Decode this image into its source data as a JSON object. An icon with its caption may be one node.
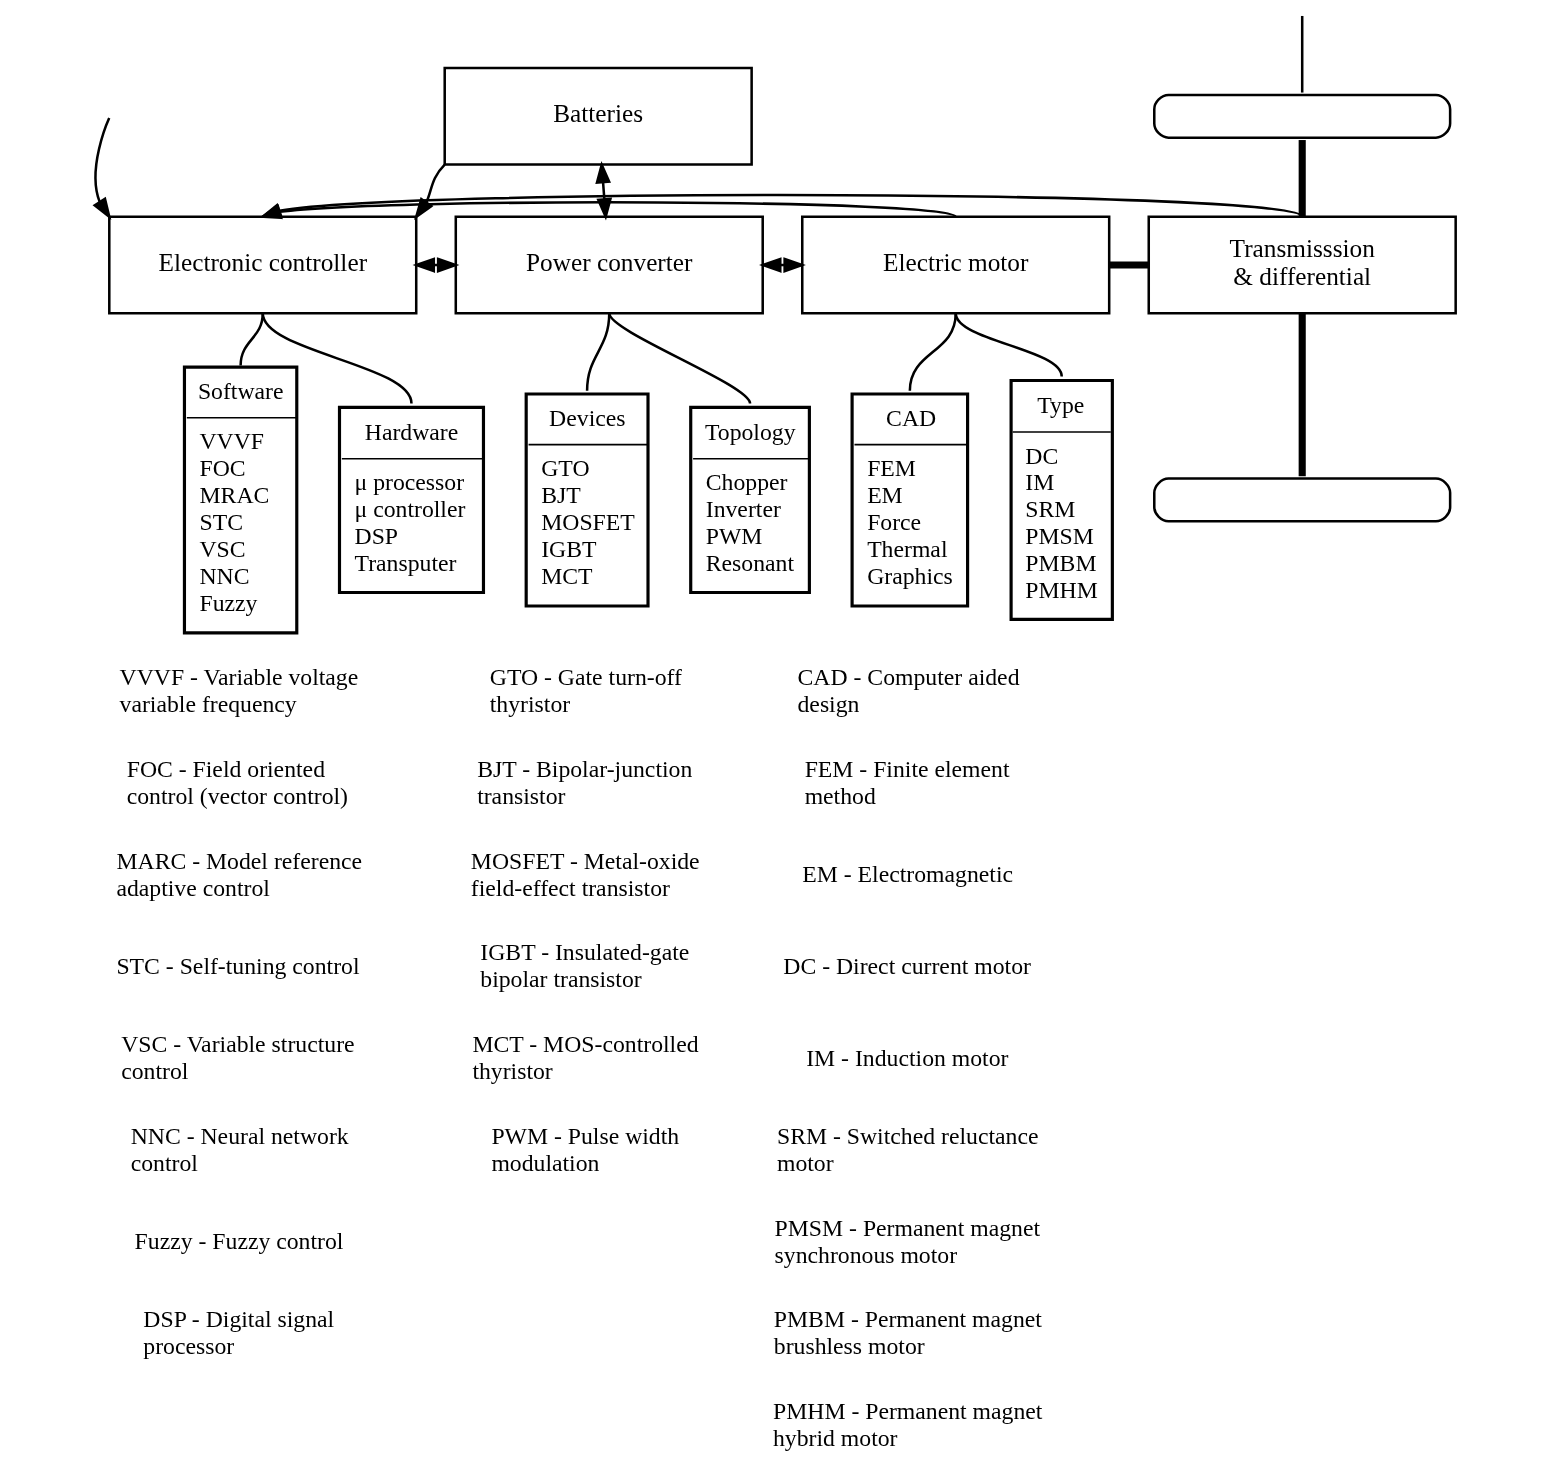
{
  "diagram": {
    "nodes": [
      {
        "text": [
          "Batteries"
        ]
      },
      {
        "text": [],
        "shape": "bar"
      },
      {
        "text": [
          "Electronic controller"
        ]
      },
      {
        "text": [
          "Power converter"
        ]
      },
      {
        "text": [
          "Electric motor"
        ]
      },
      {
        "text": [
          "Transmisssion & differential"
        ]
      },
      {
        "text": [
          "Software",
          "VVVF",
          "FOC",
          "MRAC",
          "STC",
          "VSC",
          "NNC",
          "Fuzzy"
        ]
      },
      {
        "text": [
          "Hardware",
          "μ processor",
          "μ controller",
          "DSP",
          "Transputer"
        ]
      },
      {
        "text": [
          "Devices",
          "GTO",
          "BJT",
          "MOSFET",
          "IGBT",
          "MCT"
        ]
      },
      {
        "text": [
          "Topology",
          "Chopper",
          "Inverter",
          "PWM",
          "Resonant"
        ]
      },
      {
        "text": [
          "CAD",
          "FEM",
          "EM",
          "Force",
          "Thermal",
          "Graphics"
        ]
      },
      {
        "text": [
          "Type",
          "DC",
          "IM",
          "SRM",
          "PMSM",
          "PMBM",
          "PMHM"
        ]
      },
      {
        "text": [],
        "shape": "bar"
      }
    ],
    "edges": [
      {
        "from": null,
        "to": 2,
        "arrow": "to"
      },
      {
        "from": 5,
        "to": 2,
        "arrow": "to"
      },
      {
        "from": 4,
        "to": 2,
        "arrow": "to"
      },
      {
        "from": 0,
        "to": 2,
        "arrow": "to"
      },
      {
        "from": null,
        "to": 1,
        "arrow": "none"
      },
      {
        "from": 0,
        "to": 3,
        "arrow": "both"
      },
      {
        "from": 2,
        "to": 3,
        "arrow": "both"
      },
      {
        "from": 3,
        "to": 4,
        "arrow": "both"
      },
      {
        "from": 4,
        "to": 5,
        "arrow": "none",
        "style": "thick"
      },
      {
        "from": 1,
        "to": 5,
        "arrow": "none",
        "style": "thick"
      },
      {
        "from": 5,
        "to": 12,
        "arrow": "none",
        "style": "thick"
      },
      {
        "from": 2,
        "to": 6,
        "arrow": "none"
      },
      {
        "from": 2,
        "to": 7,
        "arrow": "none"
      },
      {
        "from": 3,
        "to": 8,
        "arrow": "none"
      },
      {
        "from": 3,
        "to": 9,
        "arrow": "none"
      },
      {
        "from": 4,
        "to": 10,
        "arrow": "none"
      },
      {
        "from": 4,
        "to": 11,
        "arrow": "none"
      }
    ],
    "labels": [
      "VVVF - Variable voltage variable frequency",
      "FOC - Field oriented control (vector control)",
      "MARC - Model reference adaptive control",
      "STC - Self-tuning control",
      "VSC - Variable structure control",
      "NNC - Neural network control",
      "Fuzzy - Fuzzy control",
      "DSP - Digital signal processor",
      "GTO - Gate turn-off thyristor",
      "BJT - Bipolar-junction transistor",
      "MOSFET - Metal-oxide field-effect transistor",
      "IGBT - Insulated-gate bipolar transistor",
      "MCT - MOS-controlled thyristor",
      "PWM - Pulse width modulation",
      "CAD - Computer aided design",
      "FEM - Finite element method",
      "EM - Electromagnetic",
      "DC - Direct current motor",
      "IM - Induction motor",
      "SRM - Switched reluctance motor",
      "PMSM - Permanent magnet synchronous motor",
      "PMBM - Permanent magnet brushless motor",
      "PMHM - Permanent magnet hybrid motor"
    ]
  }
}
